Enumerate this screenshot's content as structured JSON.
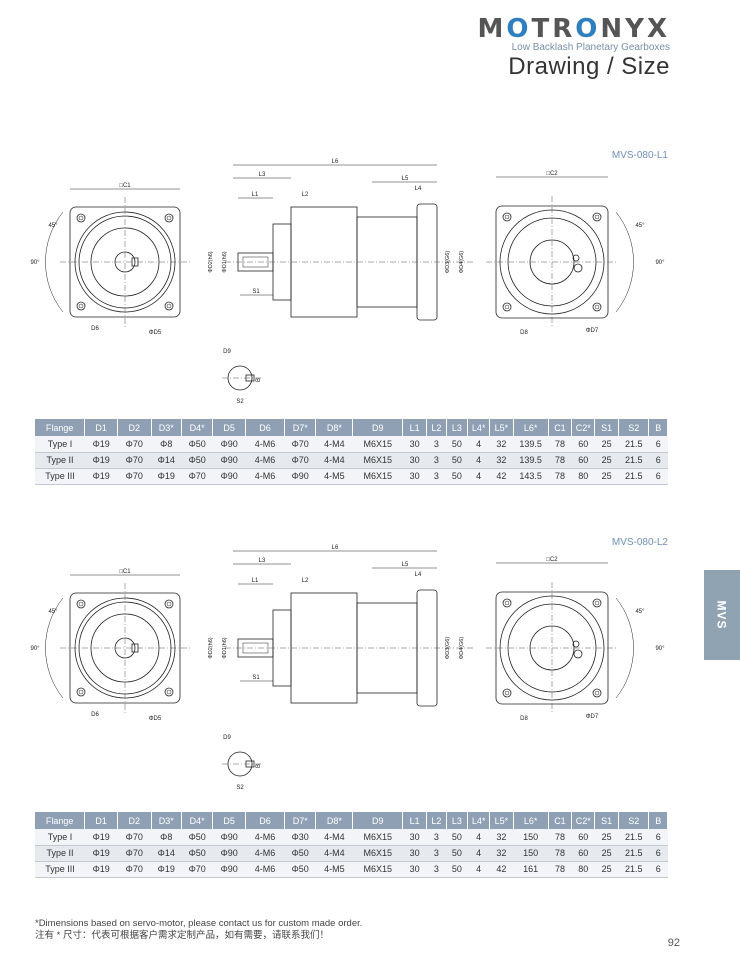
{
  "header": {
    "brand_prefix": "M",
    "brand_gear": "O",
    "brand_mid": "TR",
    "brand_gear2": "O",
    "brand_suffix": "NYX",
    "subtitle": "Low Backlash Planetary Gearboxes",
    "title": "Drawing / Size"
  },
  "side_tab": "MVS",
  "sections": [
    {
      "model": "MVS-080-L1",
      "dims": {
        "l6": "L6",
        "l3": "L3",
        "l5": "L5",
        "l1": "L1",
        "l2": "L2",
        "l4": "L4",
        "s1": "S1",
        "s2": "S2",
        "c1": "□C1",
        "c2": "□C2",
        "d1": "ΦD1(h6)",
        "d2": "ΦD2(h6)",
        "d3": "ΦD3(G6)",
        "d4": "ΦD4(G6)",
        "d5": "ΦD5",
        "d6": "D6",
        "d7": "ΦD7",
        "d8": "D8",
        "d9": "D9",
        "b": "B",
        "a45": "45°",
        "a90": "90°"
      },
      "columns": [
        "Flange",
        "D1",
        "D2",
        "D3*",
        "D4*",
        "D5",
        "D6",
        "D7*",
        "D8*",
        "D9",
        "L1",
        "L2",
        "L3",
        "L4*",
        "L5*",
        "L6*",
        "C1",
        "C2*",
        "S1",
        "S2",
        "B"
      ],
      "rows": [
        [
          "Type I",
          "Φ19",
          "Φ70",
          "Φ8",
          "Φ50",
          "Φ90",
          "4-M6",
          "Φ70",
          "4-M4",
          "M6X15",
          "30",
          "3",
          "50",
          "4",
          "32",
          "139.5",
          "78",
          "60",
          "25",
          "21.5",
          "6"
        ],
        [
          "Type II",
          "Φ19",
          "Φ70",
          "Φ14",
          "Φ50",
          "Φ90",
          "4-M6",
          "Φ70",
          "4-M4",
          "M6X15",
          "30",
          "3",
          "50",
          "4",
          "32",
          "139.5",
          "78",
          "60",
          "25",
          "21.5",
          "6"
        ],
        [
          "Type III",
          "Φ19",
          "Φ70",
          "Φ19",
          "Φ70",
          "Φ90",
          "4-M6",
          "Φ90",
          "4-M5",
          "M6X15",
          "30",
          "3",
          "50",
          "4",
          "42",
          "143.5",
          "78",
          "80",
          "25",
          "21.5",
          "6"
        ]
      ]
    },
    {
      "model": "MVS-080-L2",
      "dims": {
        "l6": "L6",
        "l3": "L3",
        "l5": "L5",
        "l1": "L1",
        "l2": "L2",
        "l4": "L4",
        "s1": "S1",
        "s2": "S2",
        "c1": "□C1",
        "c2": "□C2",
        "d1": "ΦD1(h6)",
        "d2": "ΦD2(h6)",
        "d3": "ΦD3(G6)",
        "d4": "ΦD4(G6)",
        "d5": "ΦD5",
        "d6": "D6",
        "d7": "ΦD7",
        "d8": "D8",
        "d9": "D9",
        "b": "B",
        "a45": "45°",
        "a90": "90°"
      },
      "columns": [
        "Flange",
        "D1",
        "D2",
        "D3*",
        "D4*",
        "D5",
        "D6",
        "D7*",
        "D8*",
        "D9",
        "L1",
        "L2",
        "L3",
        "L4*",
        "L5*",
        "L6*",
        "C1",
        "C2*",
        "S1",
        "S2",
        "B"
      ],
      "rows": [
        [
          "Type I",
          "Φ19",
          "Φ70",
          "Φ8",
          "Φ50",
          "Φ90",
          "4-M6",
          "Φ30",
          "4-M4",
          "M6X15",
          "30",
          "3",
          "50",
          "4",
          "32",
          "150",
          "78",
          "60",
          "25",
          "21.5",
          "6"
        ],
        [
          "Type II",
          "Φ19",
          "Φ70",
          "Φ14",
          "Φ50",
          "Φ90",
          "4-M6",
          "Φ50",
          "4-M4",
          "M6X15",
          "30",
          "3",
          "50",
          "4",
          "32",
          "150",
          "78",
          "60",
          "25",
          "21.5",
          "6"
        ],
        [
          "Type III",
          "Φ19",
          "Φ70",
          "Φ19",
          "Φ70",
          "Φ90",
          "4-M6",
          "Φ50",
          "4-M5",
          "M6X15",
          "30",
          "3",
          "50",
          "4",
          "42",
          "161",
          "78",
          "80",
          "25",
          "21.5",
          "6"
        ]
      ]
    }
  ],
  "footnote": {
    "en": "*Dimensions based on servo-motor,  please contact us for custom made order.",
    "cn": "注有 * 尺寸：代表可根据客户需求定制产品，如有需要，请联系我们！"
  },
  "page_number": "92"
}
